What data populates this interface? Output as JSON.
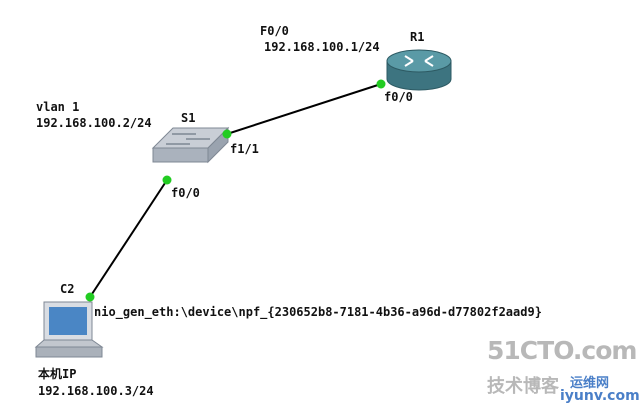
{
  "colors": {
    "link": "#000000",
    "port_dot": "#22cc22",
    "router_top": "#5a9aa6",
    "router_side": "#3d7480",
    "switch_top": "#c9ced6",
    "switch_side": "#9aa3af",
    "watermark_gray": "#b8b8b8",
    "watermark_blue": "#4a7fc8"
  },
  "nodes": {
    "router": {
      "name": "R1",
      "icon": "router-icon",
      "interface_name": "F0/0",
      "ip": "192.168.100.1/24"
    },
    "switch": {
      "name": "S1",
      "icon": "switch-icon",
      "vlan_name": "vlan 1",
      "ip": "192.168.100.2/24"
    },
    "host": {
      "name": "C2",
      "icon": "laptop-icon",
      "cloud_nio": "nio_gen_eth:\\device\\npf_{230652b8-7181-4b36-a96d-d77802f2aad9}",
      "local_label": "本机IP",
      "ip": "192.168.100.3/24"
    }
  },
  "ports": {
    "router_f0_0": "f0/0",
    "switch_f1_1": "f1/1",
    "switch_f0_0": "f0/0"
  },
  "links": [
    {
      "from": "switch_f1_1",
      "to": "router_f0_0"
    },
    {
      "from": "switch_f0_0",
      "to": "host_nio"
    }
  ],
  "watermark": {
    "brand": "51CTO.com",
    "tagline": "技术博客",
    "ops": "运维网",
    "site": "iyunv.com"
  }
}
